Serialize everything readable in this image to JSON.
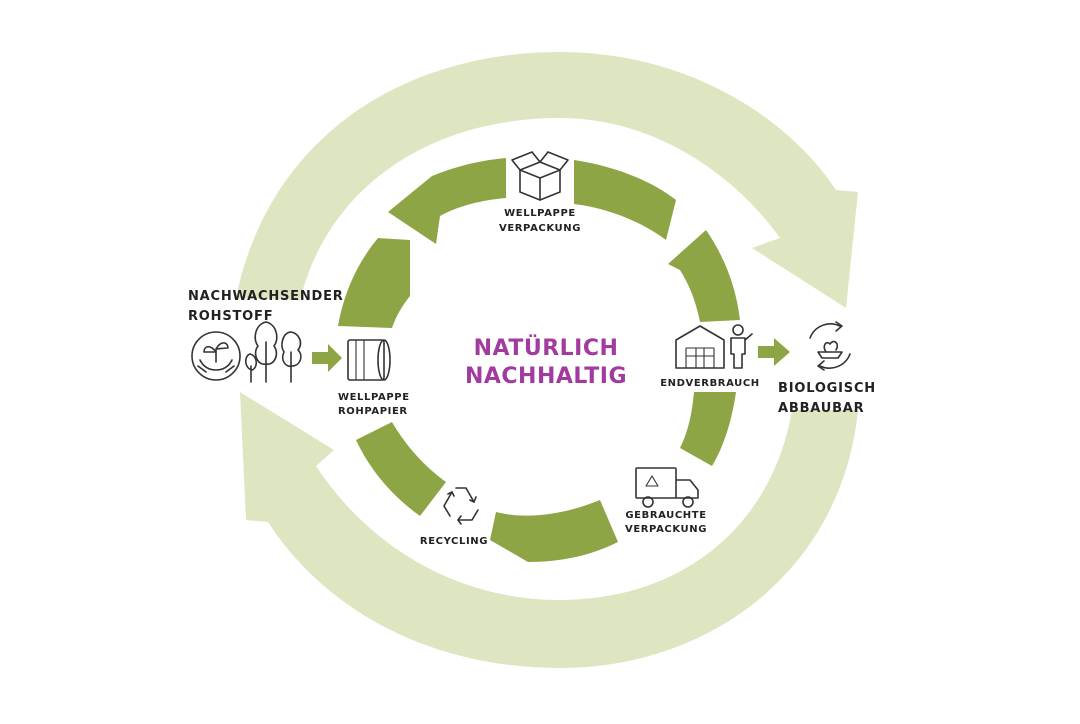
{
  "colors": {
    "outer_cycle": "#dde6c0",
    "inner_cycle": "#8ea546",
    "flow_arrow": "#8ea546",
    "center_title": "#a13b9f",
    "icon_stroke": "#333333",
    "label_text": "#222222"
  },
  "center": {
    "line1": "NATÜRLICH",
    "line2": "NACHHALTIG"
  },
  "stages": {
    "renewable": {
      "line1": "NACHWACHSENDER",
      "line2": "ROHSTOFF",
      "icons": [
        "hands-plant-icon",
        "trees-icon"
      ]
    },
    "raw_paper": {
      "line1": "WELLPAPPE",
      "line2": "ROHPAPIER",
      "icon": "paper-roll-icon"
    },
    "packaging": {
      "line1": "WELLPAPPE",
      "line2": "VERPACKUNG",
      "icon": "open-box-icon"
    },
    "end_use": {
      "label": "ENDVERBRAUCH",
      "icons": [
        "warehouse-icon",
        "person-icon"
      ]
    },
    "biodegradable": {
      "line1": "BIOLOGISCH",
      "line2": "ABBAUBAR",
      "icon": "compost-cycle-icon"
    },
    "used_packaging": {
      "line1": "GEBRAUCHTE",
      "line2": "VERPACKUNG",
      "icon": "recycling-truck-icon"
    },
    "recycling": {
      "label": "RECYCLING",
      "icon": "recycle-icon"
    }
  }
}
